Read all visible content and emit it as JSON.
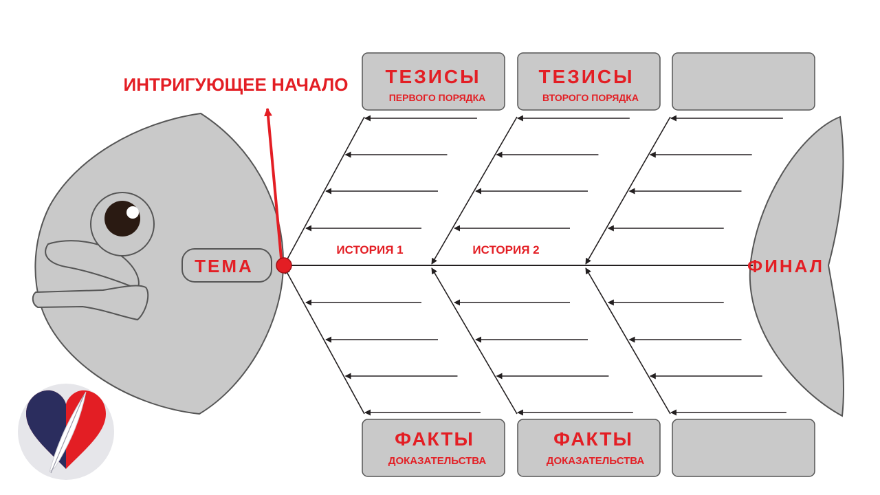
{
  "colors": {
    "accent": "#e31e24",
    "fill": "#c9c9c9",
    "outline": "#555555",
    "line": "#231f20",
    "logo_navy": "#2b2d5e",
    "logo_red": "#e31e24"
  },
  "head": {
    "topic_label": "ТЕМА",
    "intro_label": "ИНТРИГУЮЩЕЕ НАЧАЛО"
  },
  "spine": {
    "story1_label": "ИСТОРИЯ 1",
    "story2_label": "ИСТОРИЯ 2",
    "final_label": "ФИНАЛ"
  },
  "top_boxes": [
    {
      "title": "ТЕЗИСЫ",
      "subtitle": "ПЕРВОГО ПОРЯДКА"
    },
    {
      "title": "ТЕЗИСЫ",
      "subtitle": "ВТОРОГО ПОРЯДКА"
    },
    {
      "title": "",
      "subtitle": ""
    }
  ],
  "bottom_boxes": [
    {
      "title": "ФАКТЫ",
      "subtitle": "ДОКАЗАТЕЛЬСТВА"
    },
    {
      "title": "ФАКТЫ",
      "subtitle": "ДОКАЗАТЕЛЬСТВА"
    },
    {
      "title": "",
      "subtitle": ""
    }
  ],
  "icons": {
    "logo": "heart-feather-logo-icon",
    "eye": "fish-eye-icon"
  }
}
